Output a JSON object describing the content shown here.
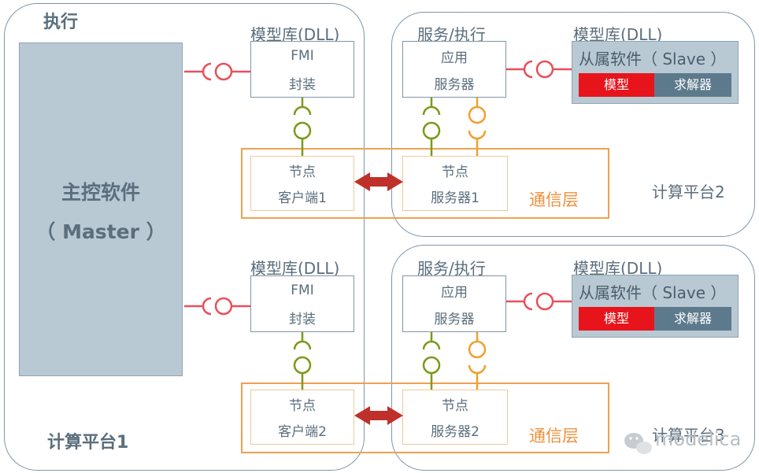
{
  "platform1": {
    "exec_label": "执行",
    "name": "计算平台1"
  },
  "platform2": {
    "name": "计算平台2"
  },
  "platform3": {
    "name": "计算平台3"
  },
  "master": {
    "line1": "主控软件",
    "line2": "（ Master ）"
  },
  "fmi_top": {
    "lib_label": "模型库(DLL)",
    "line1": "FMI",
    "line2": "封装"
  },
  "fmi_bottom": {
    "lib_label": "模型库(DLL)",
    "line1": "FMI",
    "line2": "封装"
  },
  "server_top": {
    "title": "服务/执行",
    "line1": "应用",
    "line2": "服务器"
  },
  "server_bottom": {
    "title": "服务/执行",
    "line1": "应用",
    "line2": "服务器"
  },
  "slave_top": {
    "lib_label": "模型库(DLL)",
    "title": "从属软件（ Slave ）",
    "model": "模型",
    "solver": "求解器"
  },
  "slave_bottom": {
    "lib_label": "模型库(DLL)",
    "title": "从属软件（ Slave ）",
    "model": "模型",
    "solver": "求解器"
  },
  "client1": {
    "line1": "节点",
    "line2": "客户端1"
  },
  "client2": {
    "line1": "节点",
    "line2": "客户端2"
  },
  "server_node1": {
    "line1": "节点",
    "line2": "服务器1"
  },
  "server_node2": {
    "line1": "节点",
    "line2": "服务器2"
  },
  "comm_top": {
    "label": "通信层"
  },
  "comm_bottom": {
    "label": "通信层"
  },
  "watermark": {
    "text": "modelica"
  },
  "colors": {
    "interface_red": "#e8505a",
    "interface_green": "#7a9a1c",
    "interface_orange": "#f0a030",
    "arrow": "#c0302a",
    "comm_border": "#f0a050"
  }
}
